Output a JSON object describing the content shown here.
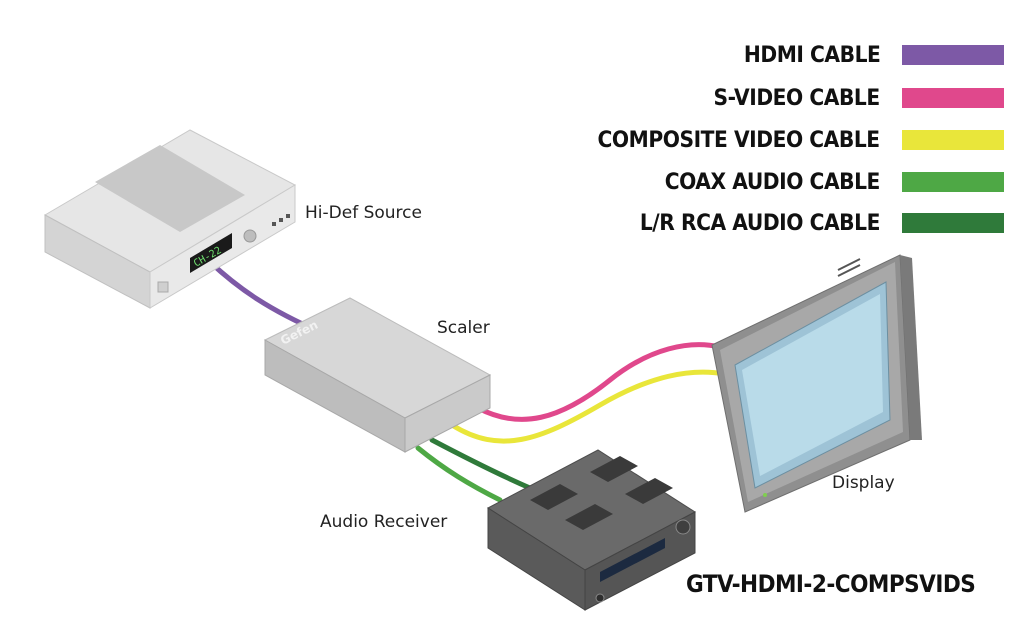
{
  "legend": [
    {
      "label": "HDMI CABLE",
      "color": "#7d59a6"
    },
    {
      "label": "S-VIDEO CABLE",
      "color": "#e0488c"
    },
    {
      "label": "COMPOSITE VIDEO CABLE",
      "color": "#e9e63a"
    },
    {
      "label": "COAX AUDIO CABLE",
      "color": "#4ea845"
    },
    {
      "label": "L/R RCA AUDIO CABLE",
      "color": "#2f7a3a"
    }
  ],
  "devices": {
    "source": {
      "label": "Hi-Def Source",
      "display_text": "CH-22"
    },
    "scaler": {
      "label": "Scaler",
      "brand": "Gefen"
    },
    "display": {
      "label": "Display"
    },
    "receiver": {
      "label": "Audio Receiver"
    }
  },
  "model": "GTV-HDMI-2-COMPSVIDS"
}
